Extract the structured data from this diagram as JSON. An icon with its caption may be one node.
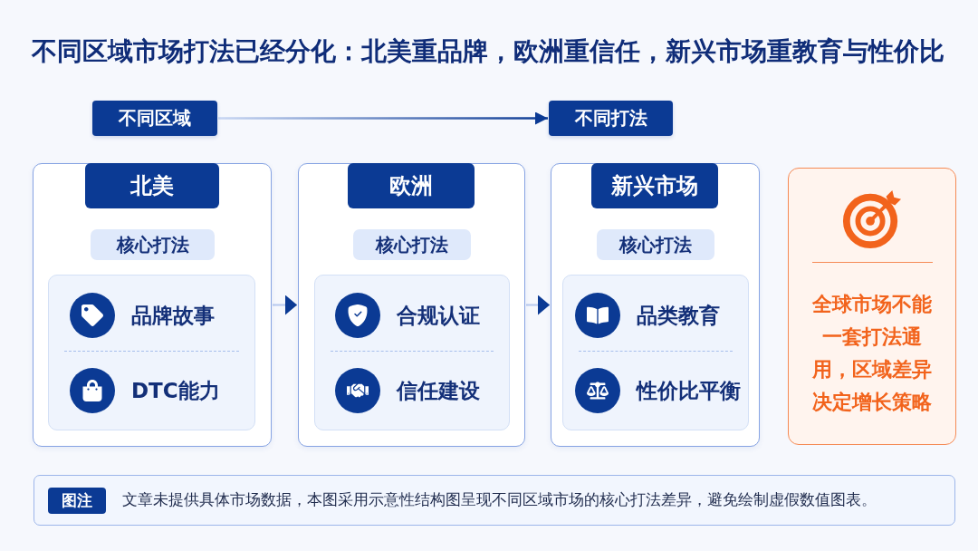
{
  "diagram": {
    "title": "不同区域市场打法已经分化：北美重品牌，欧洲重信任，新兴市场重教育与性价比",
    "nodes": [
      {
        "text": [
          "不同区域"
        ]
      },
      {
        "text": [
          "不同打法"
        ]
      },
      {
        "text": [
          "北美"
        ]
      },
      {
        "text": [
          "核心打法"
        ],
        "in": 2
      },
      {
        "text": [
          "品牌故事",
          "DTC能力"
        ],
        "in": 2
      },
      {
        "text": [
          "欧洲"
        ]
      },
      {
        "text": [
          "核心打法"
        ],
        "in": 5
      },
      {
        "text": [
          "合规认证",
          "信任建设"
        ],
        "in": 5
      },
      {
        "text": [
          "新兴市场"
        ]
      },
      {
        "text": [
          "核心打法"
        ],
        "in": 8
      },
      {
        "text": [
          "品类教育",
          "性价比平衡"
        ],
        "in": 8
      },
      {
        "text": [
          "全球市场不能一套打法通用，区域差异决定增长策略"
        ]
      },
      {
        "text": [
          "图注",
          "文章未提供具体市场数据，本图采用示意性结构图呈现不同区域市场的核心打法差异，避免绘制虚假数值图表。"
        ]
      }
    ],
    "edges": [
      {
        "from": 0,
        "to": 1,
        "arrow": "to"
      },
      {
        "from": 2,
        "to": 5,
        "arrow": "to"
      },
      {
        "from": 5,
        "to": 8,
        "arrow": "to"
      }
    ]
  }
}
